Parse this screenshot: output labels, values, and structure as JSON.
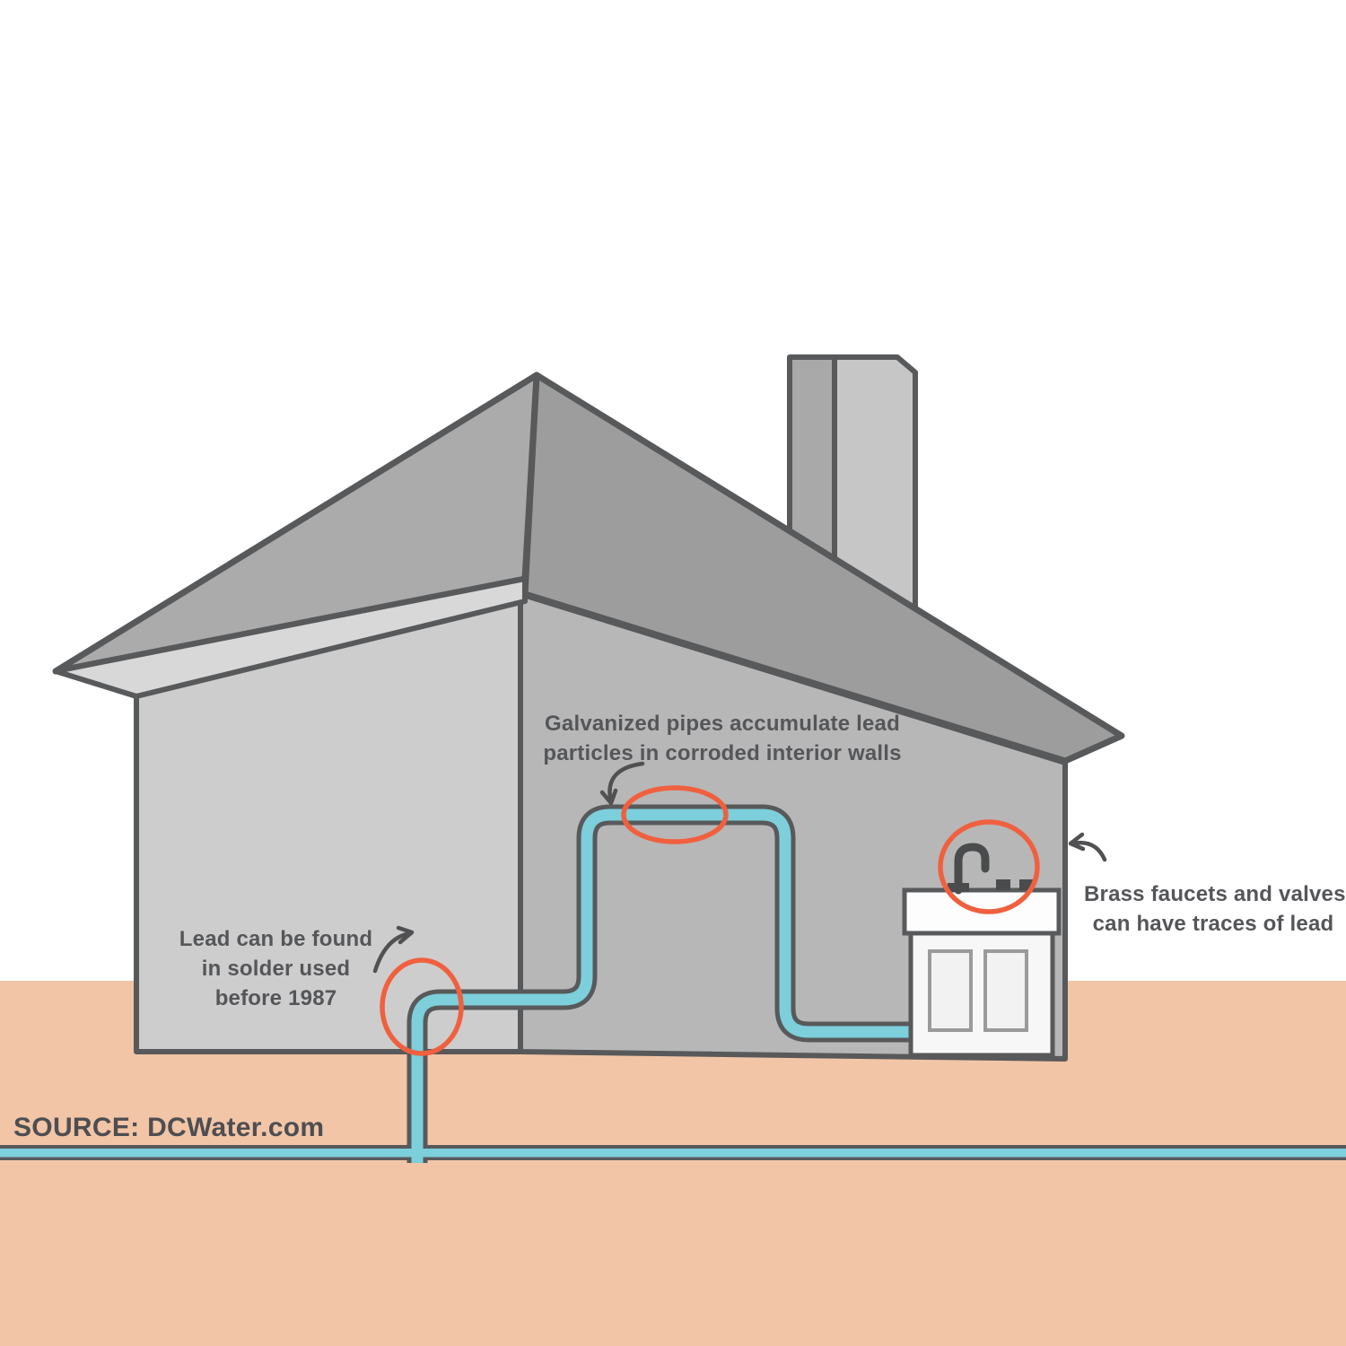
{
  "diagram": {
    "source_credit": "SOURCE: DCWater.com",
    "annotations": {
      "solder": {
        "lines": [
          "Lead can be found",
          "in solder used",
          "before 1987"
        ]
      },
      "galvanized": {
        "lines": [
          "Galvanized pipes accumulate lead",
          "particles in corroded interior walls"
        ]
      },
      "brass": {
        "lines": [
          "Brass faucets and valves",
          "can have traces of lead"
        ]
      }
    },
    "colors": {
      "highlight_circle": "#f0603f",
      "pipe_water": "#7ccfdb",
      "ground": "#f2c5a6",
      "outline": "#58595b",
      "roof_right": "#9d9d9d",
      "roof_left": "#ababab",
      "roof_fascia": "#d8d8d8",
      "wall_left": "#cdcdcd",
      "wall_front": "#b7b7b7",
      "text": "#55565a"
    }
  }
}
